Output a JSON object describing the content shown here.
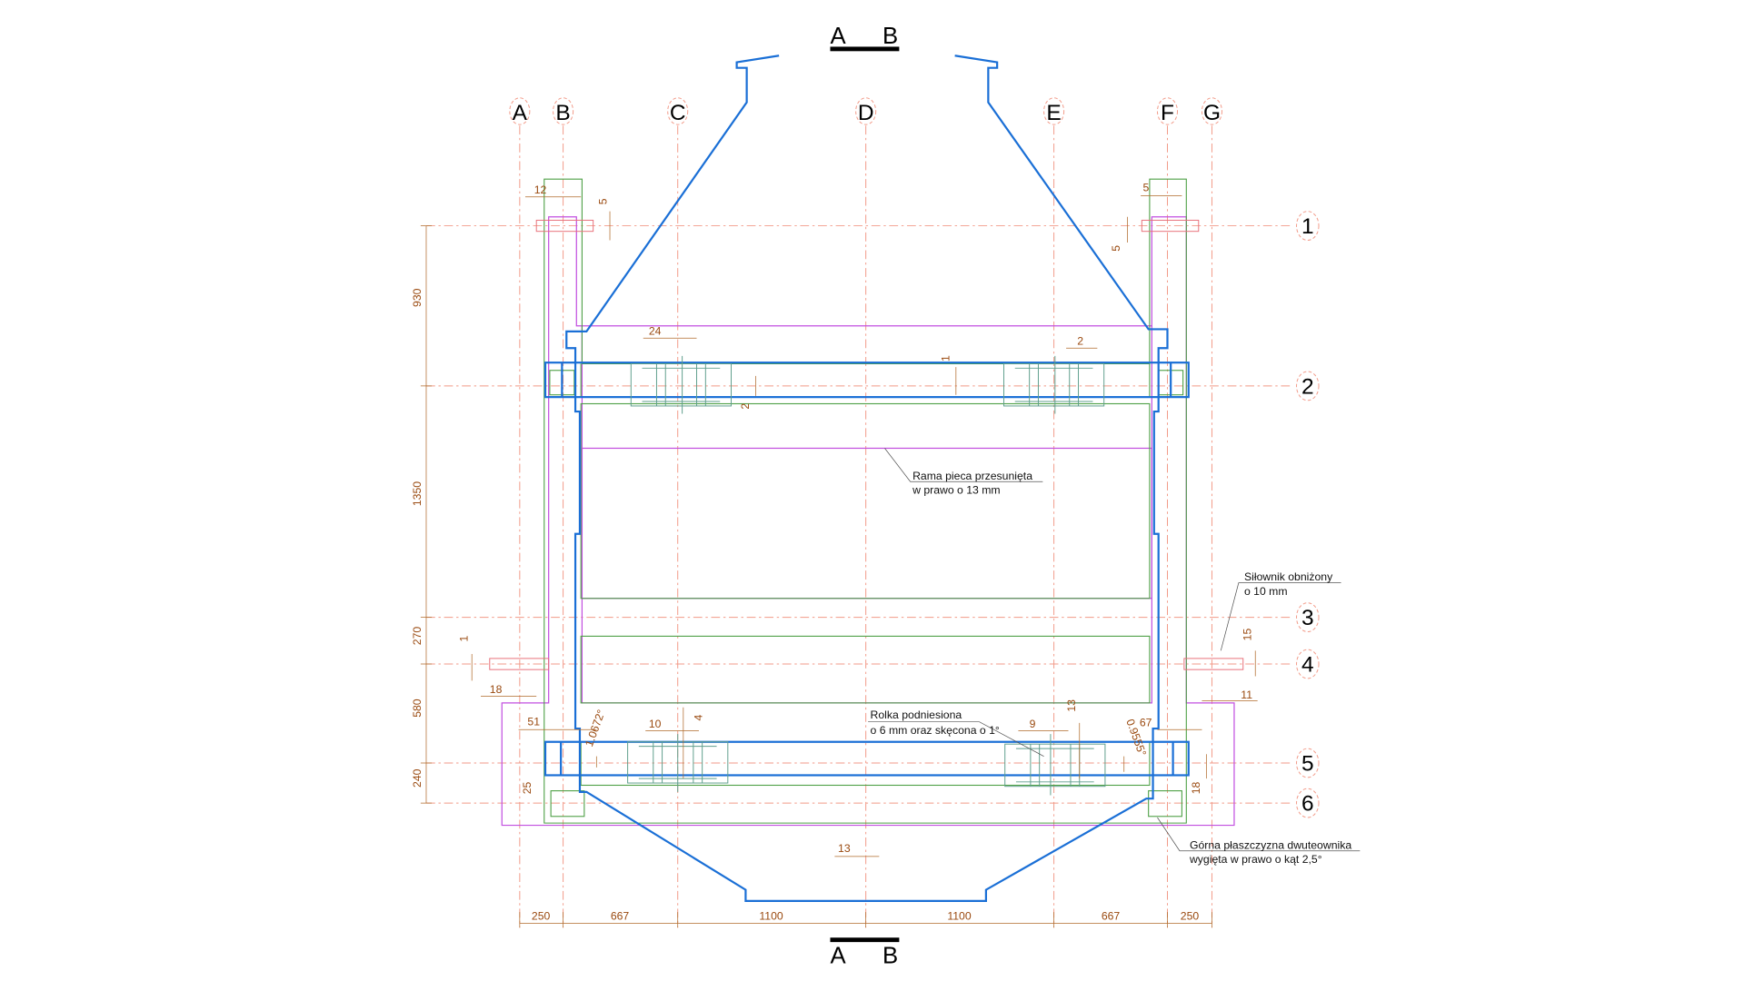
{
  "section": {
    "left": "A",
    "right": "B"
  },
  "columns": [
    "A",
    "B",
    "C",
    "D",
    "E",
    "F",
    "G"
  ],
  "rows": [
    "1",
    "2",
    "3",
    "4",
    "5",
    "6"
  ],
  "dimensions": [
    "12",
    "5",
    "5",
    "5",
    "24",
    "2",
    "1",
    "2",
    "930",
    "1350",
    "270",
    "580",
    "240",
    "1",
    "18",
    "51",
    "1.0672°",
    "10",
    "4",
    "25",
    "9",
    "13",
    "0.9555°",
    "67",
    "15",
    "11",
    "18",
    "13",
    "250",
    "667",
    "1100",
    "1100",
    "667",
    "250"
  ],
  "notes": {
    "frame": [
      "Rama pieca przesunięta",
      "w prawo o 13 mm"
    ],
    "actuator": [
      "Siłownik obniżony",
      "o 10 mm"
    ],
    "roller": [
      "Rolka podniesiona",
      "o 6 mm oraz skęcona o 1°"
    ],
    "beam": [
      "Górna płaszczyzna dwuteownika",
      "wygięta w prawo o kąt 2,5°"
    ]
  },
  "colors": {
    "axis": "#f29a88",
    "outline": "#1a6fd6",
    "frame": "#4ea046",
    "shifted": "#c24fe0",
    "dimension": "#9a4a10"
  }
}
